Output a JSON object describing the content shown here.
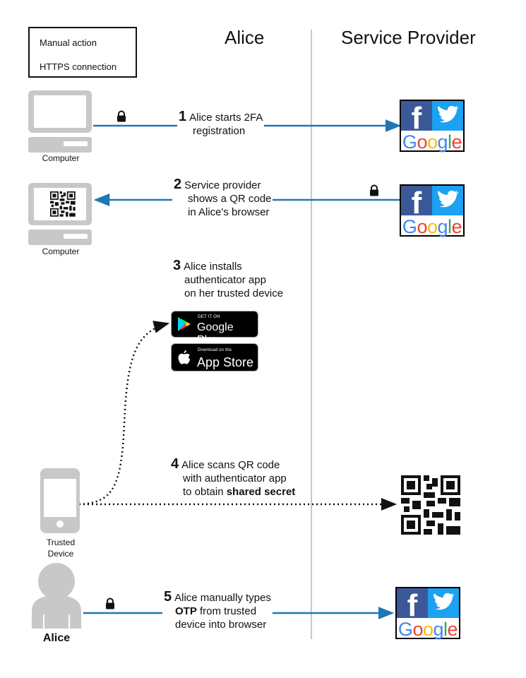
{
  "columns": {
    "alice": "Alice",
    "provider": "Service Provider"
  },
  "legend": {
    "manual": "Manual action",
    "https": "HTTPS connection"
  },
  "colors": {
    "https": "#1f77b4",
    "divider": "#c8c8c8",
    "device": "#c8c8c8",
    "facebook": "#3b5998",
    "twitter": "#1da1f2"
  },
  "devices": {
    "computer_1": "Computer",
    "computer_2": "Computer",
    "trusted_line1": "Trusted",
    "trusted_line2": "Device",
    "person": "Alice"
  },
  "steps": [
    {
      "num": "1",
      "lines": [
        "Alice starts 2FA",
        "registration"
      ]
    },
    {
      "num": "2",
      "lines": [
        "Service provider",
        "shows a QR code",
        "in Alice's browser"
      ]
    },
    {
      "num": "3",
      "lines": [
        "Alice installs",
        "authenticator app",
        "on her trusted device"
      ]
    },
    {
      "num": "4",
      "lines": [
        "Alice scans QR code",
        "with authenticator app",
        "to obtain ",
        "shared secret"
      ]
    },
    {
      "num": "5",
      "lines": [
        "Alice manually types",
        "OTP",
        " from trusted",
        "device into browser"
      ]
    }
  ],
  "badges": {
    "google_small": "GET IT ON",
    "google_big": "Google Play",
    "apple_small": "Download on the",
    "apple_big": "App Store"
  },
  "provider_logo": {
    "facebook": "f",
    "google": "Google"
  },
  "icons": [
    "lock-icon",
    "computer-icon",
    "qr-code-icon",
    "smartphone-icon",
    "person-icon",
    "facebook-logo",
    "twitter-logo",
    "google-logo",
    "google-play-icon",
    "apple-icon"
  ]
}
